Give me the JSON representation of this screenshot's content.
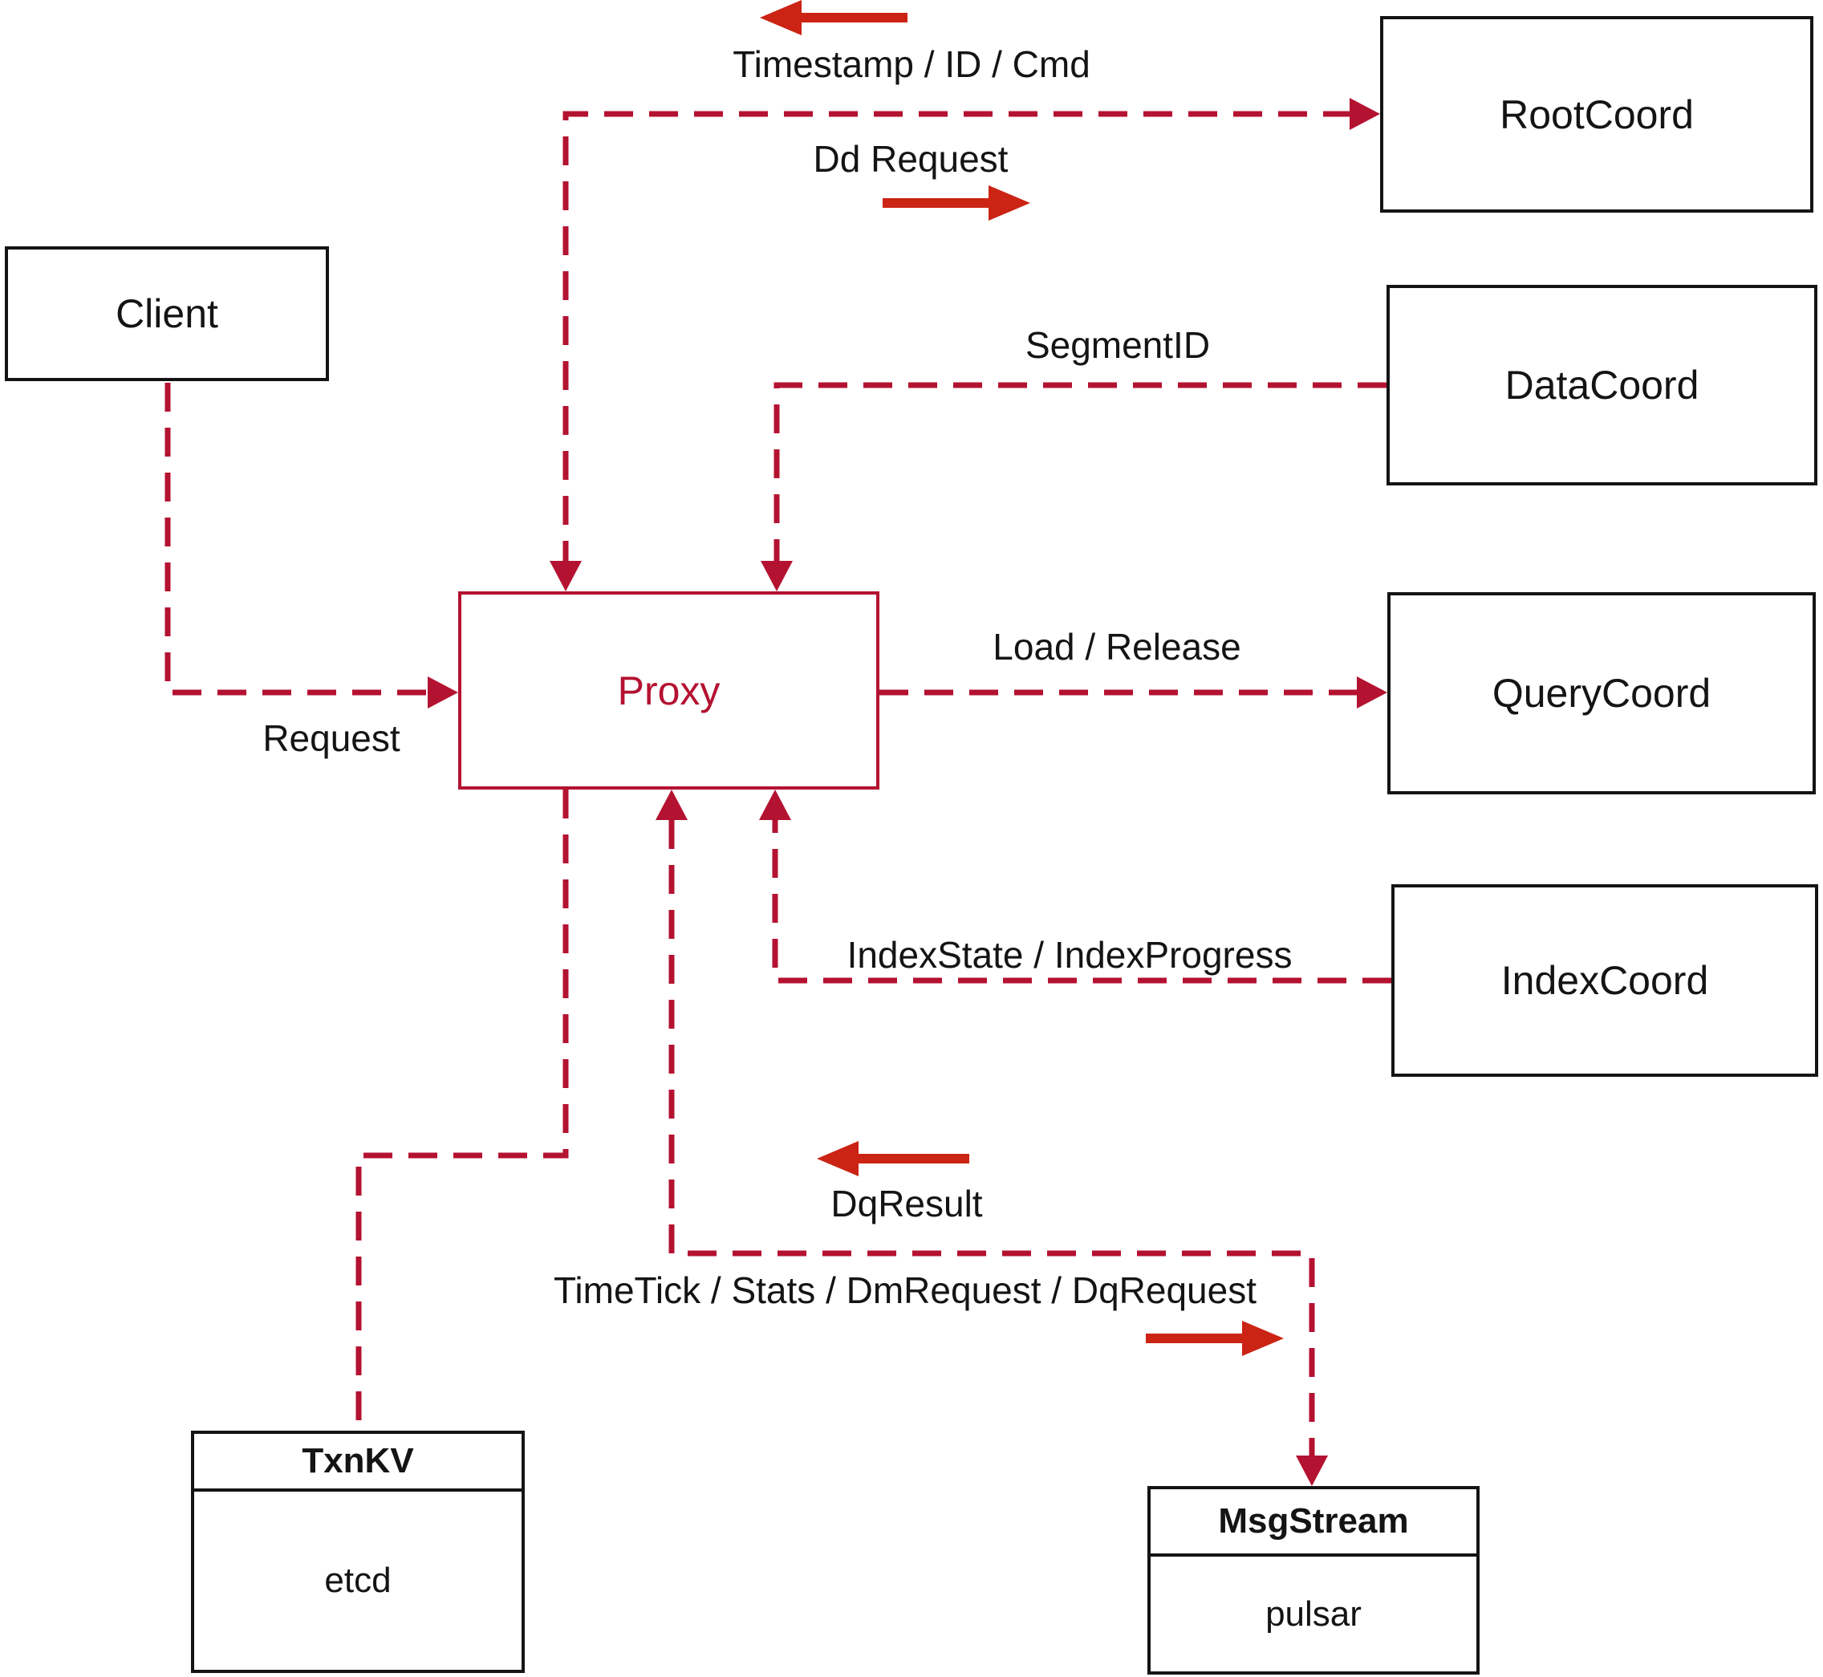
{
  "diagram": {
    "nodes": {
      "client": {
        "label": "Client"
      },
      "proxy": {
        "label": "Proxy"
      },
      "root_coord": {
        "label": "RootCoord"
      },
      "data_coord": {
        "label": "DataCoord"
      },
      "query_coord": {
        "label": "QueryCoord"
      },
      "index_coord": {
        "label": "IndexCoord"
      },
      "txn_kv": {
        "title": "TxnKV",
        "impl": "etcd"
      },
      "msg_stream": {
        "title": "MsgStream",
        "impl": "pulsar"
      }
    },
    "edge_labels": {
      "timestamp_id_cmd": "Timestamp / ID / Cmd",
      "dd_request": "Dd Request",
      "segment_id": "SegmentID",
      "request": "Request",
      "load_release": "Load / Release",
      "index_state_progress": "IndexState / IndexProgress",
      "dq_result": "DqResult",
      "timetick_stats": "TimeTick / Stats / DmRequest / DqRequest"
    },
    "colors": {
      "dashed_line": "#b41231",
      "flow_arrow": "#cb2314",
      "box_border": "#141414",
      "proxy_accent": "#b41231"
    }
  }
}
